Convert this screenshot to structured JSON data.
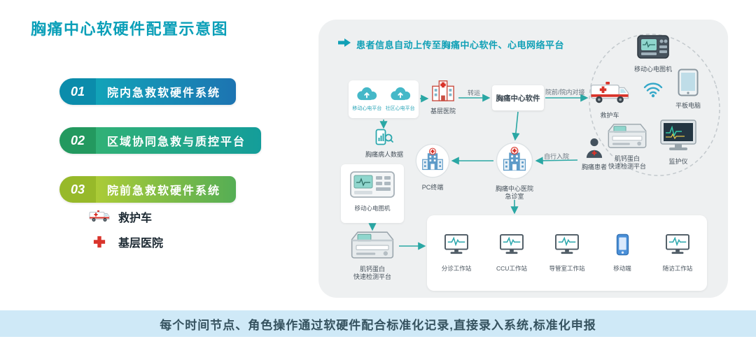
{
  "title": "胸痛中心软硬件配置示意图",
  "menu": {
    "items": [
      {
        "num": "01",
        "label": "院内急救软硬件系统"
      },
      {
        "num": "02",
        "label": "区域协同急救与质控平台"
      },
      {
        "num": "03",
        "label": "院前急救软硬件系统"
      }
    ],
    "legend": [
      {
        "icon": "ambulance-icon",
        "label": "救护车"
      },
      {
        "icon": "red-cross-icon",
        "label": "基层医院"
      }
    ]
  },
  "panel": {
    "header": "患者信息自动上传至胸痛中心软件、心电网络平台",
    "clouds": [
      {
        "icon": "cloud-upload-icon",
        "label": "移动心电平台"
      },
      {
        "icon": "cloud-upload-icon",
        "label": "社区心电平台"
      }
    ],
    "nodes": {
      "community_hospital": "基层医院",
      "software": "胸痛中心软件",
      "ambulance": "救护车",
      "tablet": "平板电脑",
      "mobile_ecg_top": "移动心电图机",
      "monitor": "监护仪",
      "troponin_right": [
        "肌钙蛋白",
        "快速检测平台"
      ],
      "patient": "胸痛患者",
      "patient_data": "胸痛病人数据",
      "pc_terminal": "PC终端",
      "center_hospital": [
        "胸痛中心医院",
        "急诊室"
      ],
      "mobile_ecg_left": "移动心电图机",
      "troponin_left": [
        "肌钙蛋白",
        "快速检测平台"
      ]
    },
    "edge_labels": {
      "transfer": "转运",
      "handover": "院前/院内对接",
      "self_admission": "自行入院"
    },
    "workstations": [
      {
        "icon": "monitor-ecg-icon",
        "label": "分诊工作站"
      },
      {
        "icon": "monitor-ecg-icon",
        "label": "CCU工作站"
      },
      {
        "icon": "monitor-ecg-icon",
        "label": "导管室工作站"
      },
      {
        "icon": "phone-icon",
        "label": "移动端"
      },
      {
        "icon": "monitor-ecg-icon",
        "label": "随访工作站"
      }
    ]
  },
  "footer": "每个时间节点、角色操作通过软硬件配合标准化记录,直接录入系统,标准化申报",
  "colors": {
    "accent_teal": "#0a9fb8",
    "bar1_gradient": [
      "#12a3b8",
      "#1d74b2"
    ],
    "bar2_gradient": [
      "#31b176",
      "#149d9a"
    ],
    "bar3_gradient": [
      "#abcb37",
      "#55ae55"
    ],
    "arrow": "#2aa7a4",
    "panel_bg": "#eef0f1",
    "footer_bg": "#cfe9f7",
    "red": "#d9342b"
  }
}
